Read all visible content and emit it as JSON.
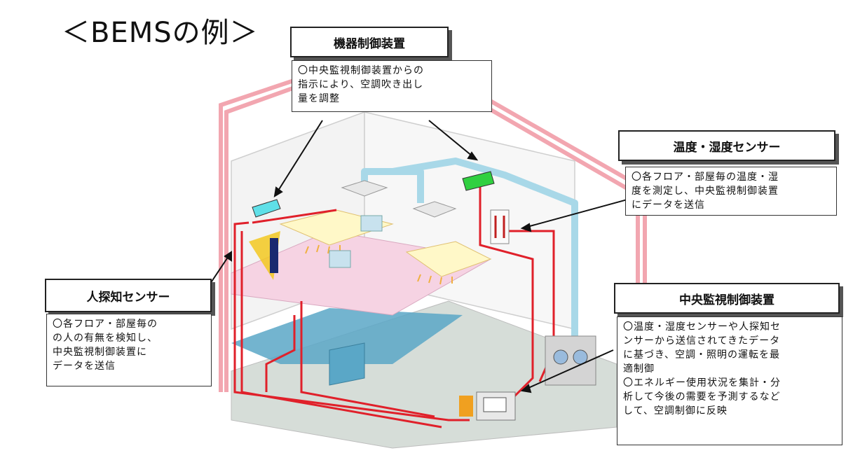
{
  "title": "＜BEMSの例＞",
  "callouts": {
    "equipment_control": {
      "heading": "機器制御装置",
      "lines": [
        "〇中央監視制御装置からの",
        "指示により、空調吹き出し",
        "量を調整"
      ]
    },
    "temp_humidity_sensor": {
      "heading": "温度・湿度センサー",
      "lines": [
        "〇各フロア・部屋毎の温度・湿",
        "度を測定し、中央監視制御装置",
        "にデータを送信"
      ]
    },
    "human_sensor": {
      "heading": "人探知センサー",
      "lines": [
        "〇各フロア・部屋毎の",
        "の人の有無を検知し、",
        "中央監視制御装置に",
        "データを送信"
      ]
    },
    "central_control": {
      "heading": "中央監視制御装置",
      "lines": [
        "〇温度・湿度センサーや人探知セ",
        "ンサーから送信されてきたデータ",
        "に基づき、空調・照明の運転を最",
        "適制御",
        "〇エネルギー使用状況を集計・分",
        "析して今後の需要を予測するなど",
        "して、空調制御に反映"
      ]
    }
  },
  "colors": {
    "wall_outline": "#f2a6b0",
    "signal_wire": "#e0202a",
    "air_duct": "#a8d8e8",
    "floor_pink": "#f6d3e3",
    "floor_water": "#5aa7c7",
    "light_panel": "#fff8c8"
  }
}
